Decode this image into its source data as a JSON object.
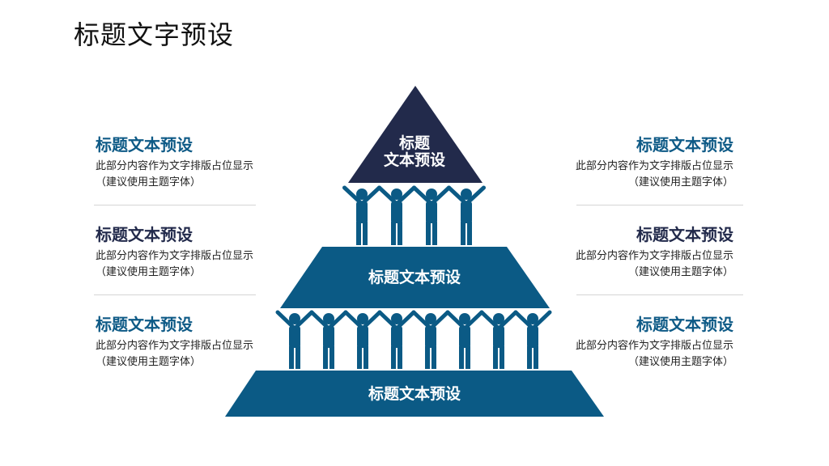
{
  "page": {
    "title": "标题文字预设"
  },
  "colors": {
    "top_tier": "#222a4b",
    "tiers": "#0b5a85",
    "figure": "#0b5a85",
    "accent_text": "#0e5a86",
    "dark_text": "#222a4b"
  },
  "pyramid": {
    "top_label_line1": "标题",
    "top_label_line2": "文本预设",
    "middle_label": "标题文本预设",
    "bottom_label": "标题文本预设"
  },
  "left_items": [
    {
      "title": "标题文本预设",
      "line1": "此部分内容作为文字排版占位显示",
      "line2": "（建议使用主题字体）",
      "color": "#0e5a86"
    },
    {
      "title": "标题文本预设",
      "line1": "此部分内容作为文字排版占位显示",
      "line2": "（建议使用主题字体）",
      "color": "#222a4b"
    },
    {
      "title": "标题文本预设",
      "line1": "此部分内容作为文字排版占位显示",
      "line2": "（建议使用主题字体）",
      "color": "#0e5a86"
    }
  ],
  "right_items": [
    {
      "title": "标题文本预设",
      "line1": "此部分内容作为文字排版占位显示",
      "line2": "（建议使用主题字体）",
      "color": "#0e5a86"
    },
    {
      "title": "标题文本预设",
      "line1": "此部分内容作为文字排版占位显示",
      "line2": "（建议使用主题字体）",
      "color": "#222a4b"
    },
    {
      "title": "标题文本预设",
      "line1": "此部分内容作为文字排版占位显示",
      "line2": "（建议使用主题字体）",
      "color": "#0e5a86"
    }
  ],
  "figures": {
    "upper_row_count": 4,
    "lower_row_count": 8
  }
}
